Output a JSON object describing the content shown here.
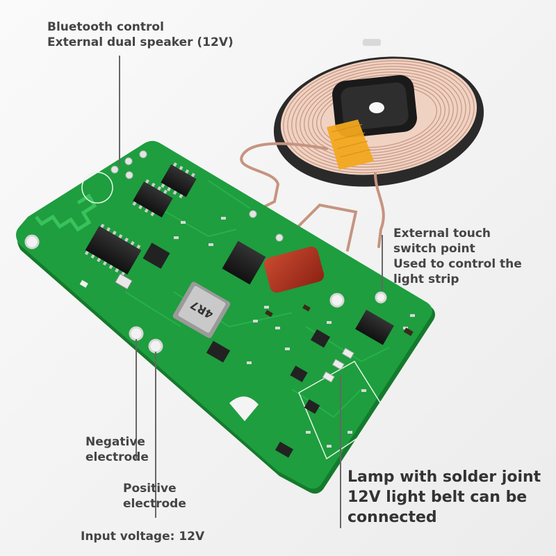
{
  "annotations": {
    "bluetooth": {
      "line1": "Bluetooth control",
      "line2": "External dual speaker (12V)"
    },
    "touch": {
      "line1": "External touch",
      "line2": "switch point",
      "line3": "Used to control the",
      "line4": "light strip"
    },
    "negative": {
      "line1": "Negative",
      "line2": "electrode"
    },
    "positive": {
      "line1": "Positive",
      "line2": "electrode"
    },
    "input_voltage": "Input voltage: 12V",
    "lamp": {
      "line1": "Lamp with solder joint",
      "line2": "12V light belt can be",
      "line3": "connected"
    }
  },
  "board_markings": {
    "inductor": "4R7"
  },
  "colors": {
    "pcb": "#1e9e3e",
    "pcb_dark": "#157a2c",
    "coil_copper": "#e9c7b6",
    "coil_tape": "#f2a81e",
    "capacitor": "#b5301c"
  }
}
